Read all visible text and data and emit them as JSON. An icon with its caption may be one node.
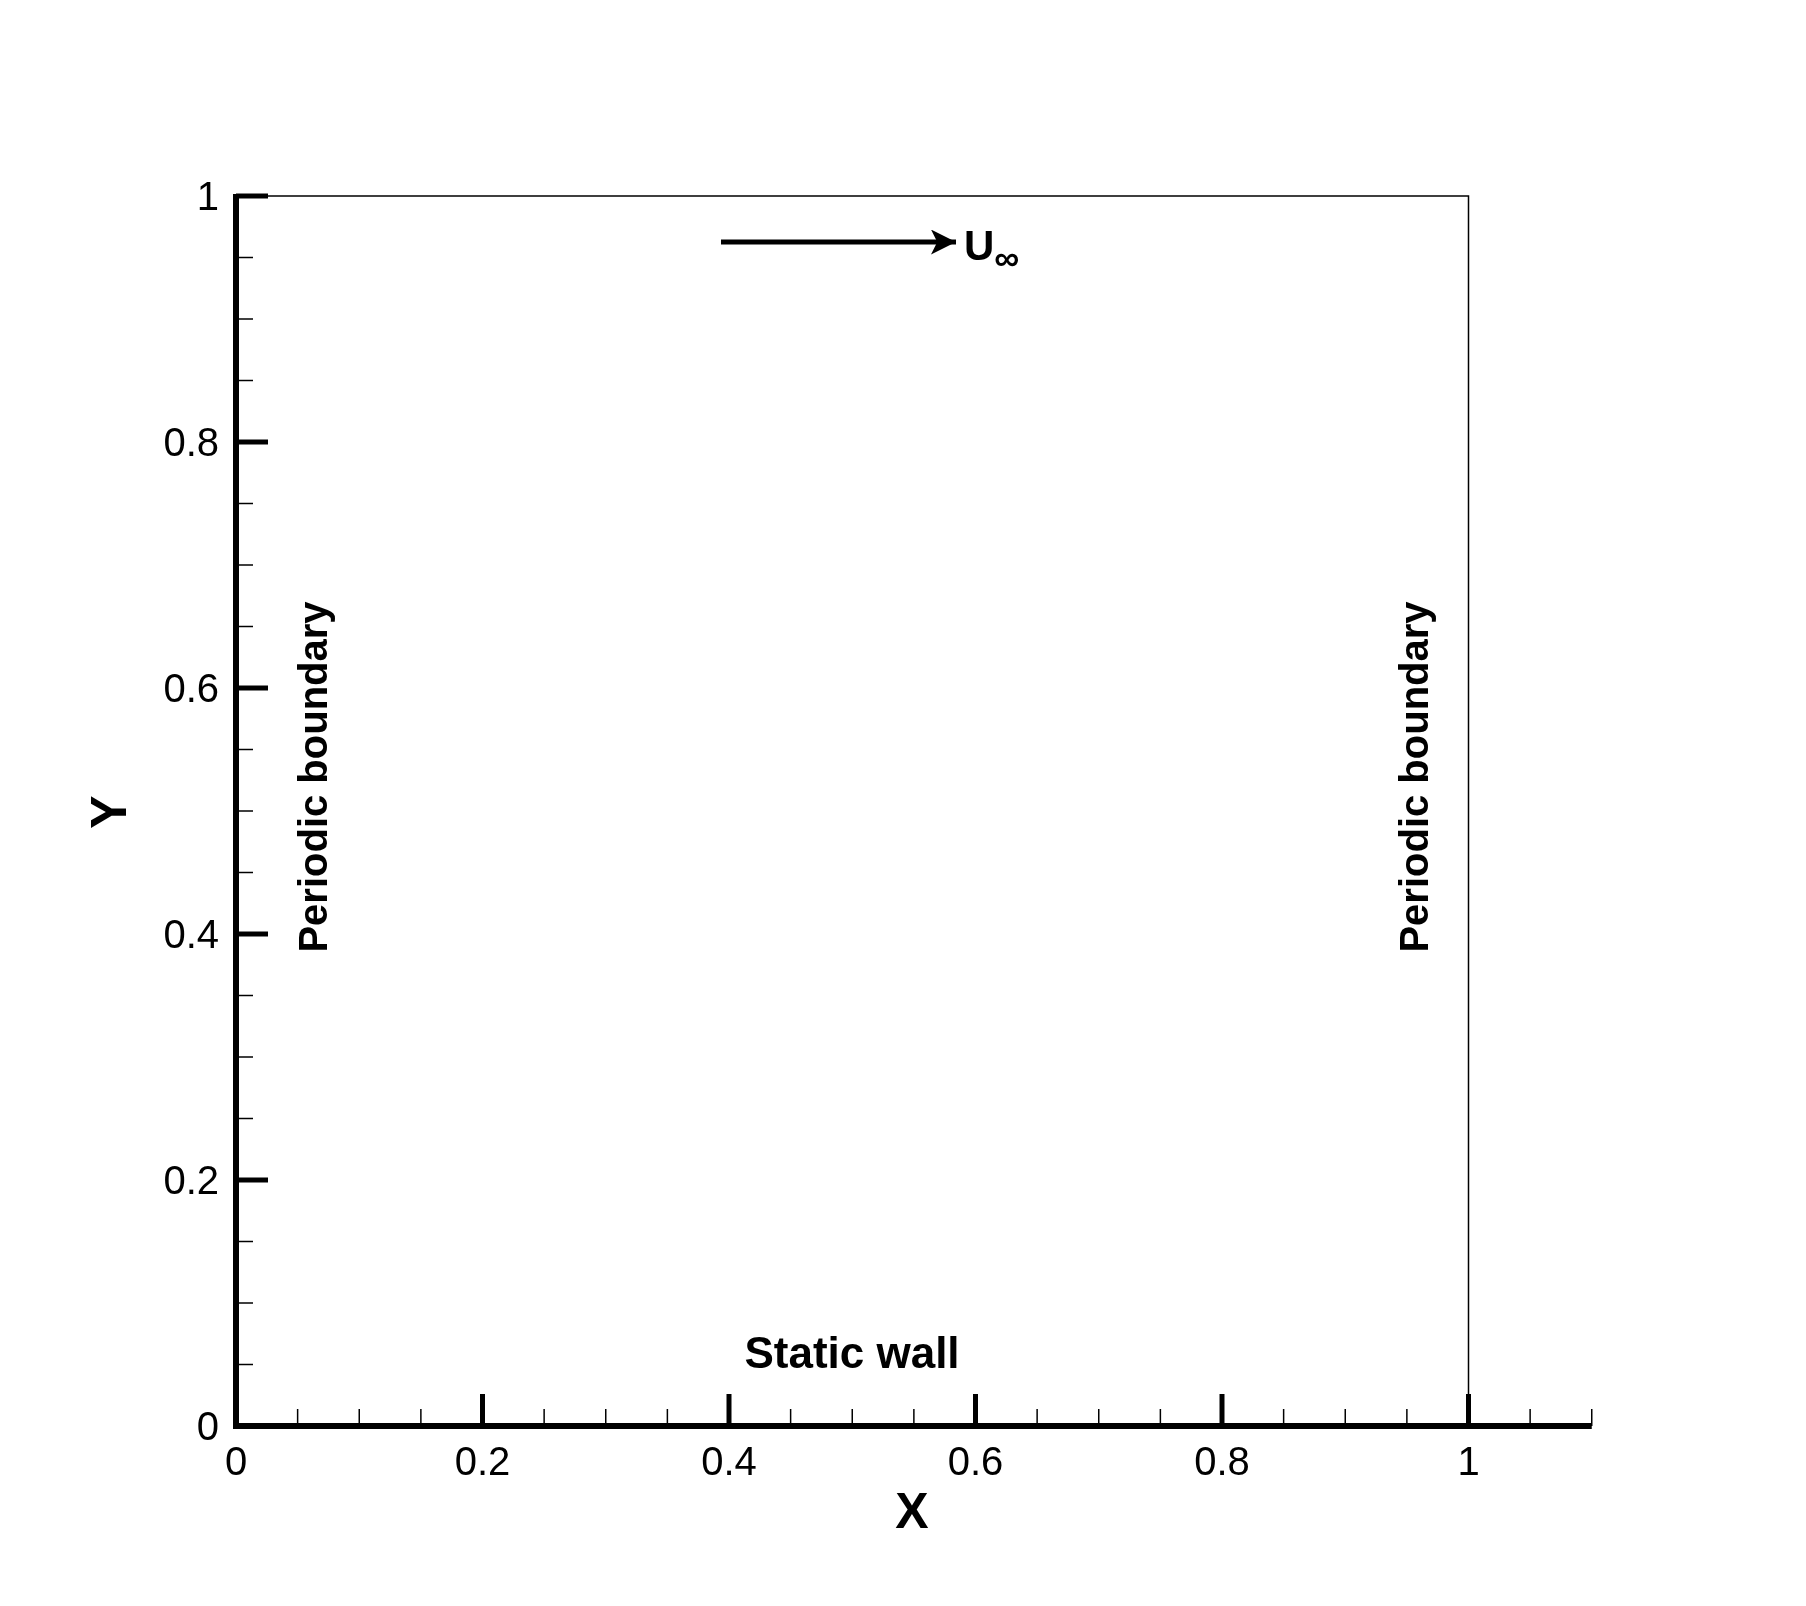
{
  "diagram": {
    "labels": [
      "1",
      "U$_{∞}$",
      "0.8",
      "Periodic boundary",
      "Periodic boundary",
      "Y",
      "0.6",
      "0.4",
      "0.2",
      "Static wall",
      "0",
      "0",
      "0.2",
      "0.4",
      "0.6",
      "0.8",
      "1",
      "X"
    ]
  }
}
